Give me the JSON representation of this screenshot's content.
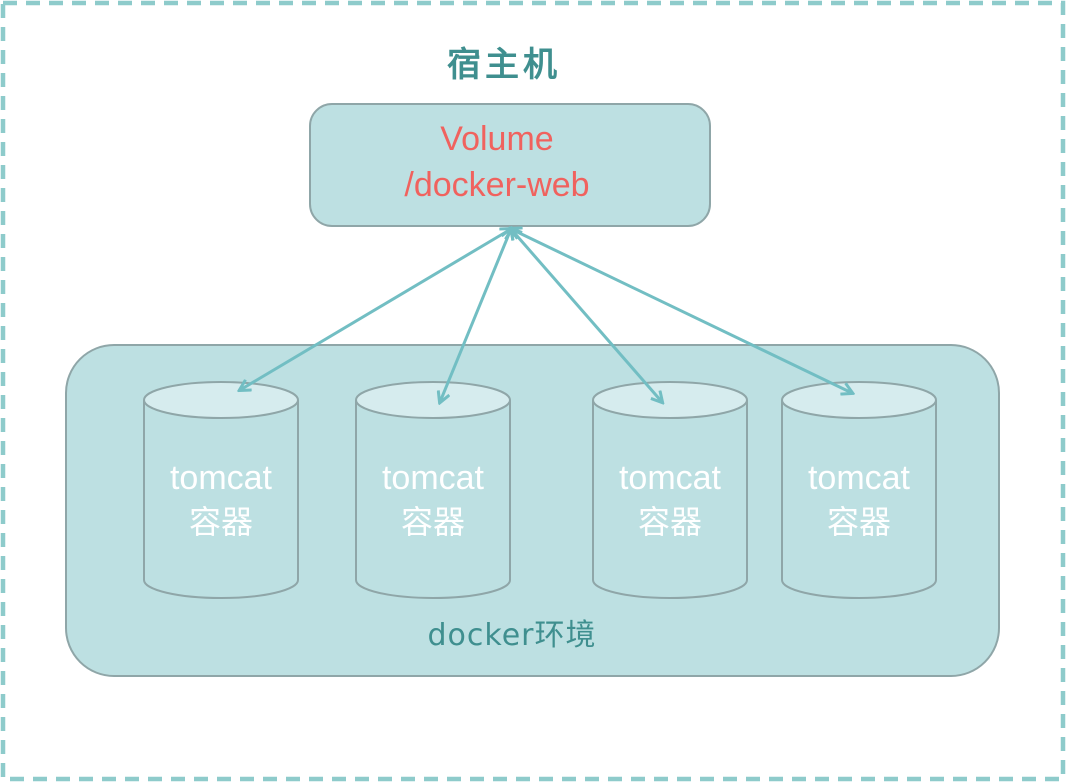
{
  "host": {
    "title": "宿主机"
  },
  "volume": {
    "line1": "Volume",
    "line2": "/docker-web"
  },
  "docker_env": {
    "label": "docker环境"
  },
  "containers": [
    {
      "name": "tomcat",
      "sub": "容器"
    },
    {
      "name": "tomcat",
      "sub": "容器"
    },
    {
      "name": "tomcat",
      "sub": "容器"
    },
    {
      "name": "tomcat",
      "sub": "容器"
    }
  ],
  "colors": {
    "frame_border": "#8ecbcb",
    "box_fill": "#bde0e2",
    "box_stroke": "#8fa6a8",
    "cylinder_top": "#d6ecee",
    "arrow": "#72bec3",
    "volume_text": "#f0625e",
    "host_title": "#3f8f8f",
    "env_text": "#3f8f8f",
    "container_text": "#ffffff"
  }
}
